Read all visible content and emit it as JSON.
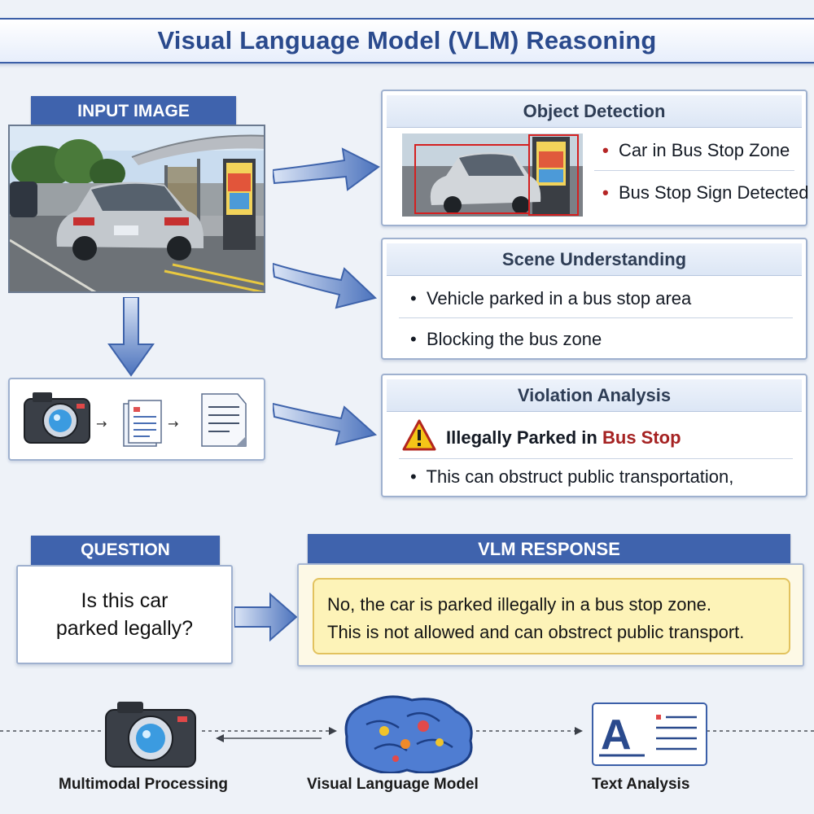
{
  "title": "Visual Language Model (VLM) Reasoning",
  "input_image": {
    "label": "INPUT IMAGE"
  },
  "object_detection": {
    "title": "Object Detection",
    "items": [
      "Car in Bus Stop Zone",
      "Bus Stop Sign Detected"
    ]
  },
  "scene_understanding": {
    "title": "Scene Understanding",
    "items": [
      "Vehicle parked in a bus stop area",
      "Blocking the bus zone"
    ]
  },
  "violation_analysis": {
    "title": "Violation Analysis",
    "warning_prefix": "Illegally Parked in",
    "warning_accent": "Bus Stop",
    "item": "This can obstruct public transportation,"
  },
  "question": {
    "label": "QUESTION",
    "text": "Is this car parked legally?"
  },
  "response": {
    "label": "VLM RESPONSE",
    "line1": "No, the car is parked illegally in a bus stop zone.",
    "line2": "This is not allowed and can obstrect public transport."
  },
  "bottom": {
    "multimodal": "Multimodal Processing",
    "vlm": "Visual Language Model",
    "text_analysis": "Text Analysis"
  },
  "colors": {
    "accent": "#3f63ad",
    "title_text": "#2a4a8d",
    "warning": "#a52222",
    "detect_box": "#d42020",
    "response_bg": "#fdf3b8"
  },
  "icons": [
    "camera-icon",
    "document-icon",
    "brain-icon",
    "text-document-icon",
    "warning-icon",
    "flow-arrow"
  ]
}
